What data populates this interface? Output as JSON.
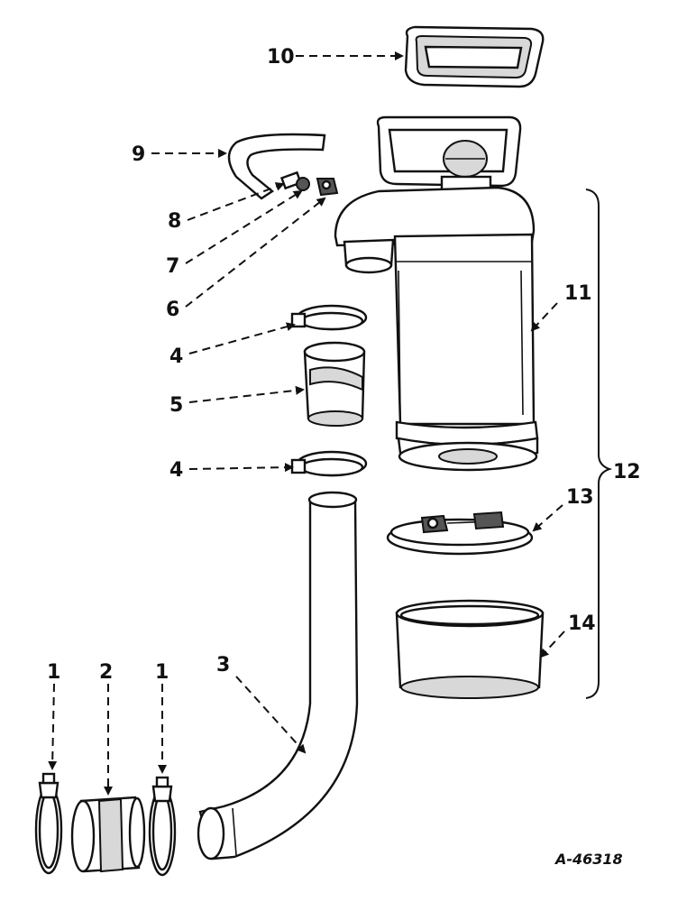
{
  "figure_id": "A-46318",
  "callouts": {
    "c1a": "1",
    "c2": "2",
    "c1b": "1",
    "c3": "3",
    "c4a": "4",
    "c4b": "4",
    "c5": "5",
    "c6": "6",
    "c7": "7",
    "c8": "8",
    "c9": "9",
    "c10": "10",
    "c11": "11",
    "c12": "12",
    "c13": "13",
    "c14": "14"
  }
}
